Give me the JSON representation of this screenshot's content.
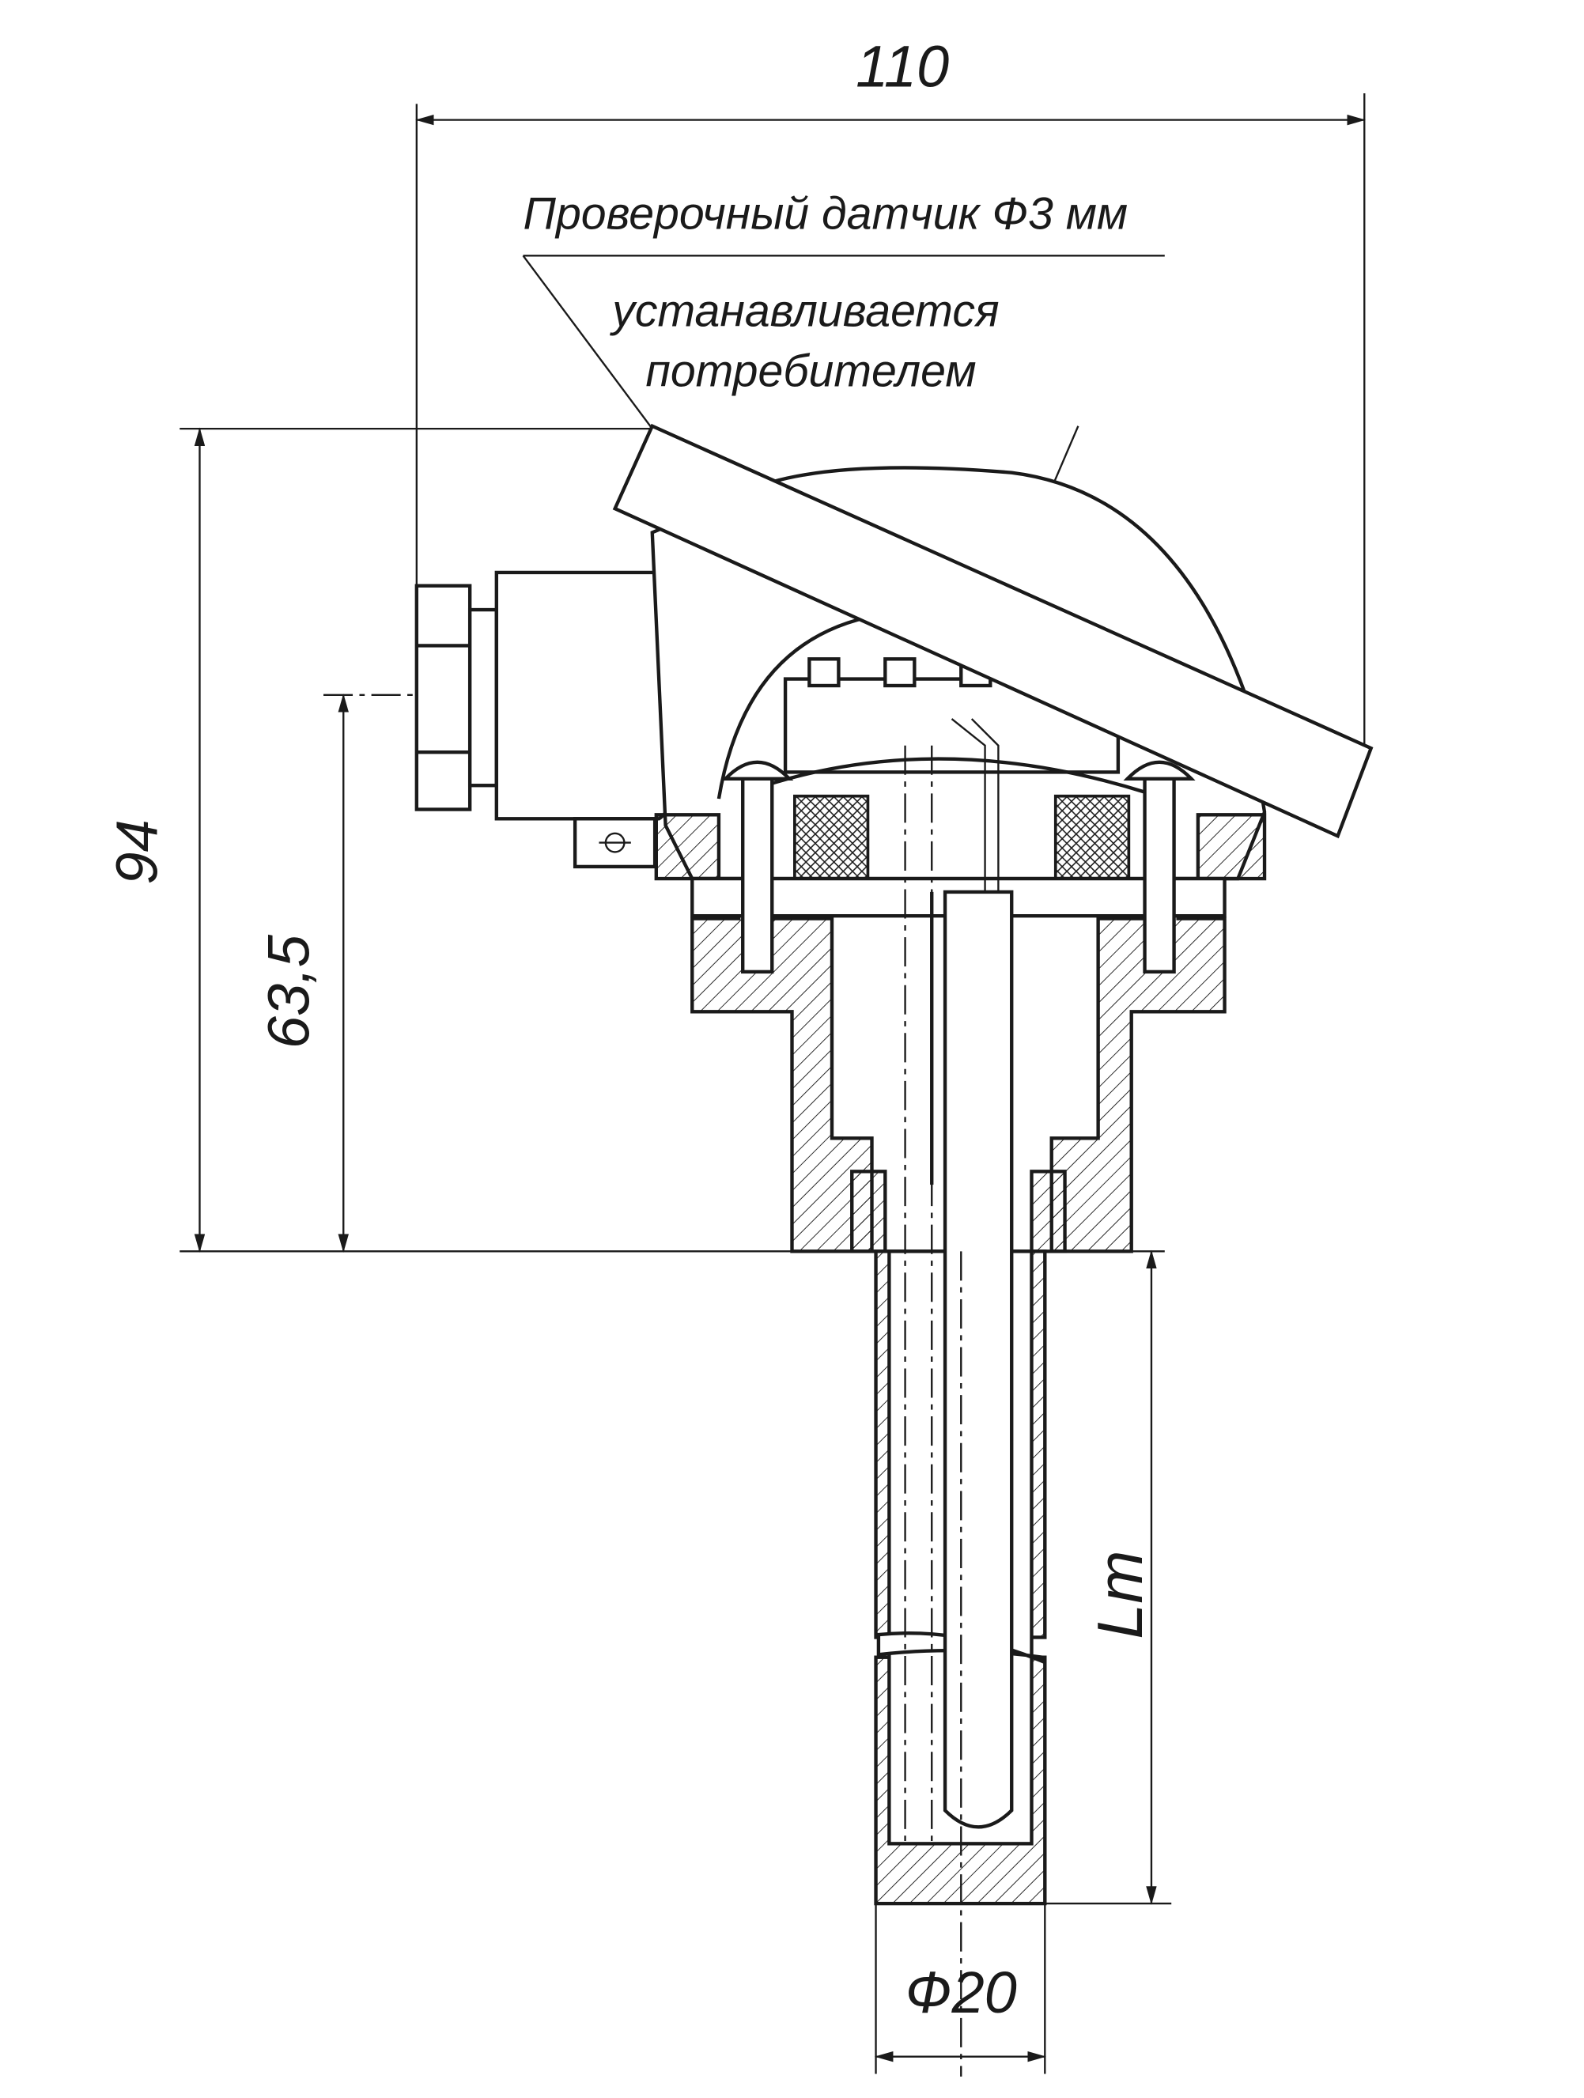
{
  "dimensions": {
    "width_total": "110",
    "height_total": "94",
    "height_axis": "63,5",
    "immersion_length": "Lm",
    "stem_diameter": "Ф20"
  },
  "annotations": {
    "test_sensor": "Проверочный датчик Ф3 мм",
    "installed_by_line1": "устанавливается",
    "installed_by_line2": "потребителем"
  },
  "colors": {
    "line": "#1a1a1a",
    "background": "#ffffff"
  }
}
